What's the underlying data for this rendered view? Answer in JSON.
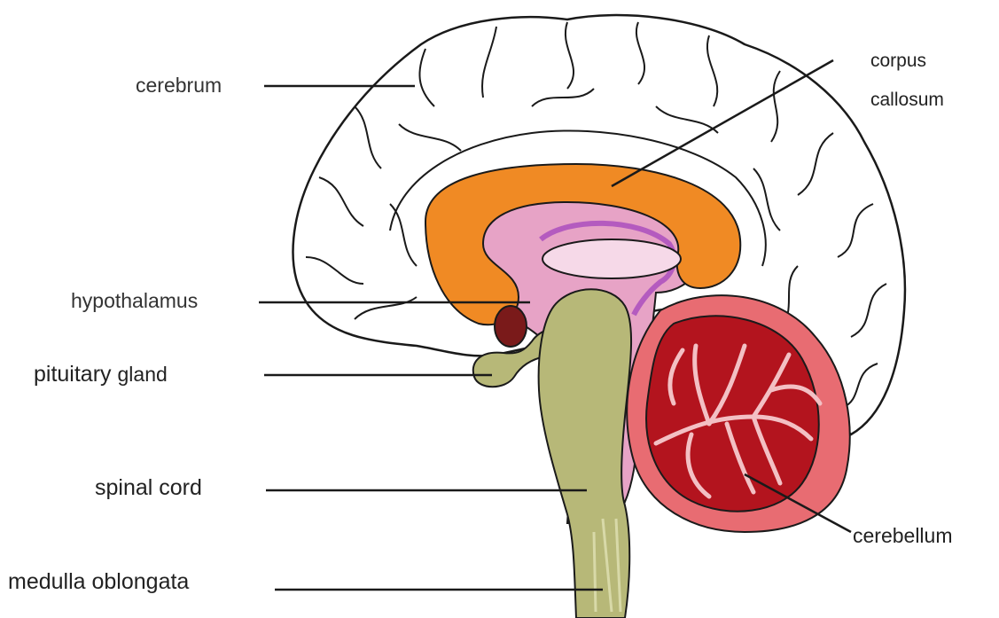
{
  "labels": {
    "cerebrum": "cerebrum",
    "corpus_callosum_line1": "corpus",
    "corpus_callosum_line2": "callosum",
    "hypothalamus": "hypothalamus",
    "pituitary_word": "pituitary",
    "gland_word": "gland",
    "spinal_cord": "spinal cord",
    "cerebellum": "cerebellum",
    "medulla_oblongata": "medulla oblongata"
  },
  "colors": {
    "cerebrum_fill": "#ffffff",
    "outline": "#1a1a1a",
    "corpus_callosum": "#f08a24",
    "inner_pink": "#e7a3c6",
    "thalamus_light": "#f6d9e8",
    "fornix_purple": "#b45bbf",
    "brainstem": "#b7b878",
    "hypothalamus": "#7a1a1a",
    "cerebellum_outer": "#e86c72",
    "cerebellum_inner": "#b3141e"
  }
}
